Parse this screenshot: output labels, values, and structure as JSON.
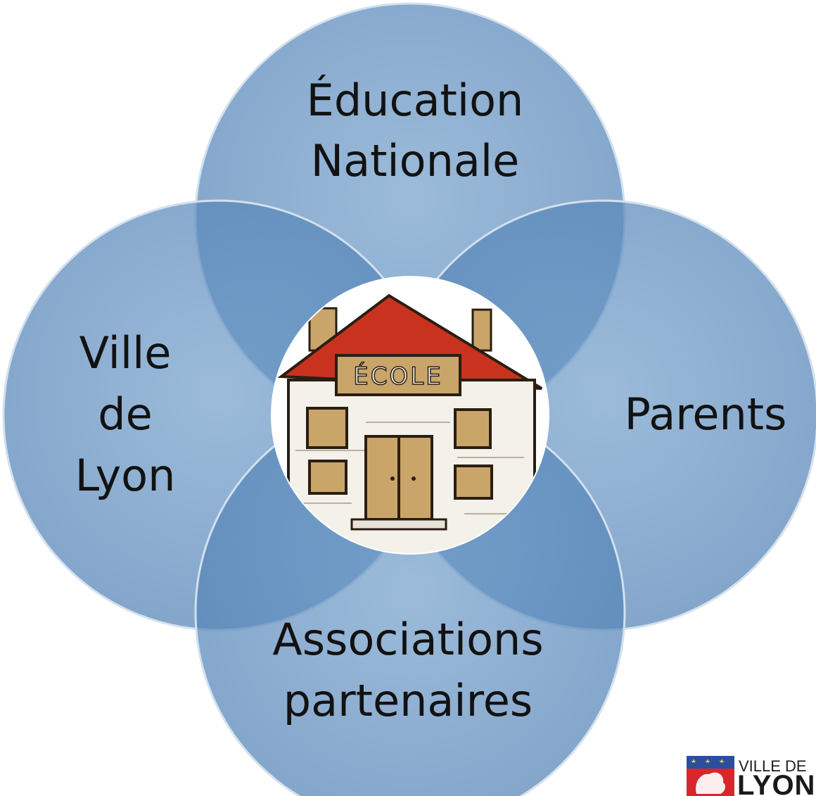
{
  "diagram": {
    "nodes": [
      {
        "id": "education",
        "lines": [
          "Éducation",
          "Nationale"
        ]
      },
      {
        "id": "ville",
        "lines": [
          "Ville",
          "de",
          "Lyon"
        ]
      },
      {
        "id": "parents",
        "lines": [
          "Parents"
        ]
      },
      {
        "id": "associations",
        "lines": [
          "Associations",
          "partenaires"
        ]
      }
    ],
    "center": {
      "sign_text": "ÉCOLE"
    },
    "colors": {
      "circle_fill": "#5b8ec0",
      "circle_stroke": "#cfdcea",
      "text": "#121212",
      "roof": "#c8321e",
      "wall": "#f4f1ea",
      "wood": "#c9a56a",
      "outline": "#2a1e12"
    }
  },
  "logo": {
    "line1": "VILLE DE",
    "line2": "LYON",
    "icon": "lion-coat-of-arms-icon",
    "colors": {
      "blue": "#2b4f9e",
      "red": "#d9262c"
    }
  }
}
